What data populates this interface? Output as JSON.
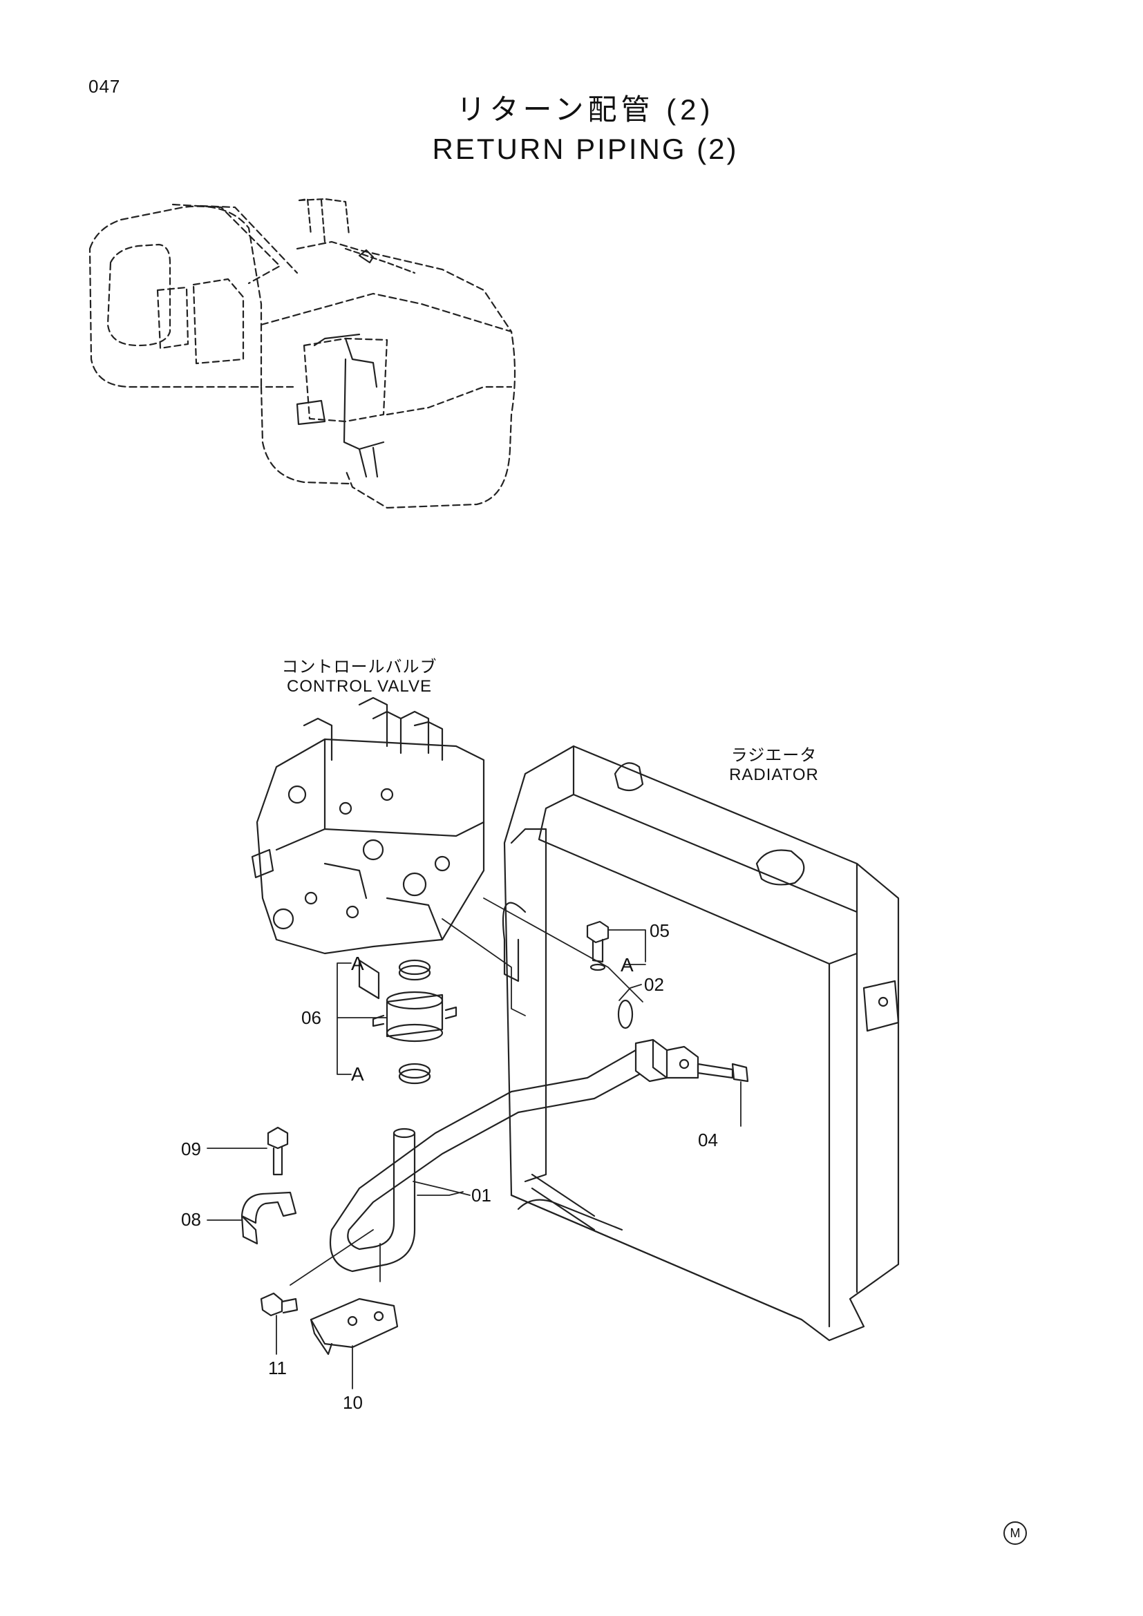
{
  "page_number": "047",
  "title": {
    "japanese": "リターン配管 (2)",
    "english": "RETURN PIPING (2)"
  },
  "components": {
    "control_valve": {
      "japanese": "コントロールバルブ",
      "english": "CONTROL VALVE"
    },
    "radiator": {
      "japanese": "ラジエータ",
      "english": "RADIATOR"
    }
  },
  "reference_letter": "A",
  "callouts": {
    "c01": "01",
    "c02": "02",
    "c04": "04",
    "c05": "05",
    "c06": "06",
    "c08": "08",
    "c09": "09",
    "c10": "10",
    "c11": "11"
  },
  "corner_mark": "M"
}
